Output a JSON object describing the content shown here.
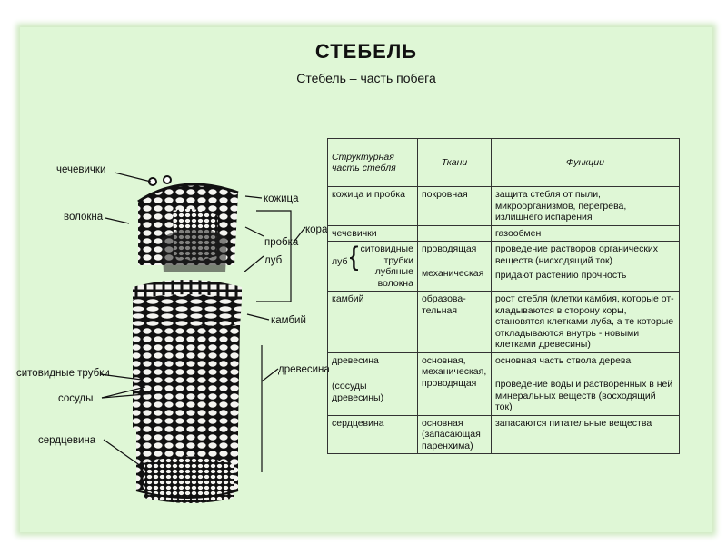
{
  "title": "СТЕБЕЛЬ",
  "subtitle": "Стебель – часть побега",
  "labels": {
    "chechevichki": "чечевички",
    "volokna": "волокна",
    "kozhitsa": "кожица",
    "probka": "пробка",
    "lub": "луб",
    "kora": "кора",
    "kambiy": "камбий",
    "sitovidnye": "ситовидные трубки",
    "sosudy": "сосуды",
    "drevesina": "древесина",
    "serdtsevina": "сердцевина"
  },
  "table": {
    "headers": [
      "Структурная часть стебля",
      "Ткани",
      "Функции"
    ],
    "rows": {
      "r1": [
        "кожица и пробка",
        "покровная",
        "защита стебля от пыли, микроорганизмов, перегрева, излишнего испарения"
      ],
      "r2": [
        "чечевички",
        "",
        "газообмен"
      ],
      "r3": {
        "group": "луб",
        "part1": "ситовидные трубки",
        "part2": "лубяные волокна",
        "tissue1": "проводящая",
        "tissue2": "механическая",
        "func1": "проведение растворов органических веществ (нисходящий ток)",
        "func2": "придают растению прочность"
      },
      "r4": [
        "камбий",
        "образова- тельная",
        "рост стебля (клетки камбия, которые от- кладываются в сторону коры, становятся клетками луба, а те которые откладываются внутрь - новыми клетками древесины)"
      ],
      "r5": {
        "part1": "древесина",
        "part2": "(сосуды древесины)",
        "tissue1": "основная, механическая,",
        "tissue2": "проводящая",
        "func1": "основная часть ствола дерева",
        "func2": "проведение воды и растворенных в ней минеральных веществ (восходящий ток)"
      },
      "r6": [
        "сердцевина",
        "основная (запасающая паренхима)",
        "запасаются питательные вещества"
      ]
    }
  }
}
